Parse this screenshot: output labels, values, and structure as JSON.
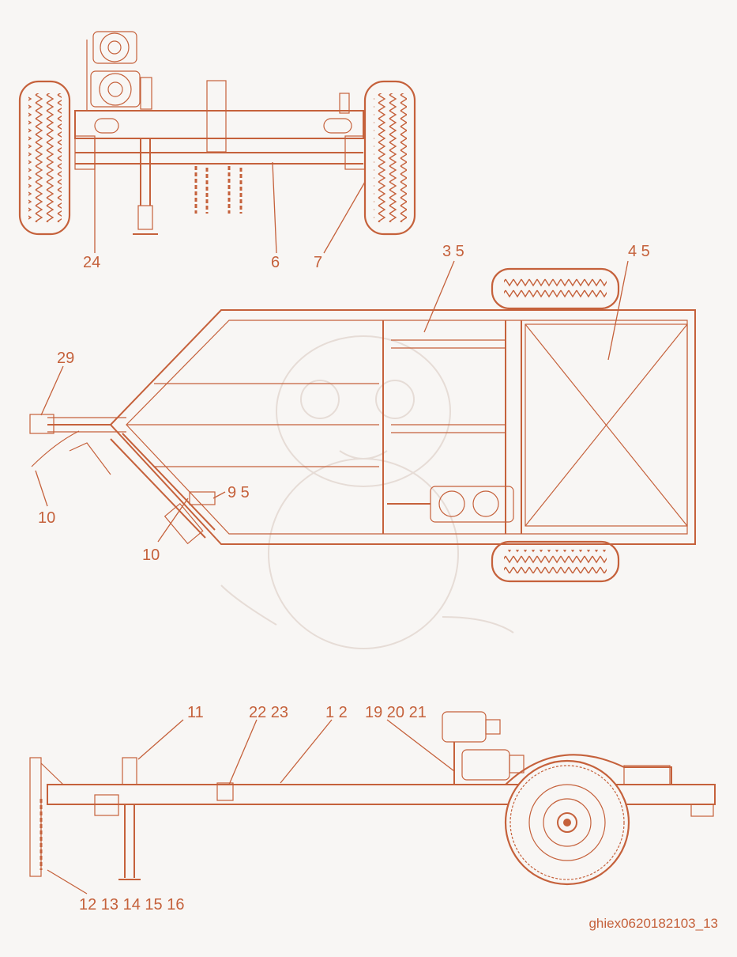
{
  "colors": {
    "line": "#c5613b",
    "background": "#f8f6f4",
    "watermark": "#e6dcd6"
  },
  "figures": [
    {
      "view": "rear",
      "callouts": [
        "24",
        "6",
        "7"
      ]
    },
    {
      "view": "top",
      "callouts": [
        "3 5",
        "4 5",
        "29",
        "10",
        "9 5",
        "10"
      ]
    },
    {
      "view": "side",
      "callouts": [
        "11",
        "22 23",
        "1 2",
        "19 20 21",
        "12 13 14 15 16"
      ]
    }
  ],
  "drawing_code": "ghiex0620182103_13"
}
